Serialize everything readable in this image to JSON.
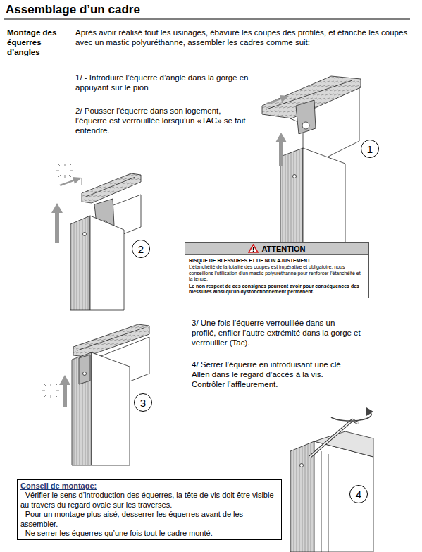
{
  "diagram": {
    "title": "Assemblage d’un cadre",
    "nodes": [
      {
        "text": [
          "1"
        ]
      },
      {
        "text": [
          "2"
        ]
      },
      {
        "text": [
          "ATTENTION",
          "RISQUE DE BLESSURES ET DE NON AJUSTEMENT",
          "L’étanchéité de la totalité des coupes est impérative et obligatoire, nous conseillons l’utilisation d’un mastic polyuréthanne pour renforcer l’étanchéité et la tenue.",
          "Le non respect de ces consignes pourront avoir pour conséquences des blessures ainsi qu’un dysfonctionnement permanent."
        ]
      },
      {
        "text": [
          "3"
        ]
      },
      {
        "text": [
          "4"
        ]
      },
      {
        "text": [
          "Conseil de montage:",
          "- Vérifier le sens d’introduction des équerres, la tête de vis doit être visible au travers du regard ovale sur les traverses.",
          "- Pour un montage plus aisé, desserrer les équerres avant de les assembler.",
          "- Ne serrer les équerres qu’une fois tout le cadre monté."
        ]
      }
    ],
    "labels": [
      "Montage des équerres d’angles",
      "Après avoir réalisé tout les usinages, ébavuré les coupes des profilés, et étanché les coupes avec un mastic polyuréthanne, assembler les cadres comme suit:",
      "1/ - Introduire l’équerre d’angle dans la gorge en appuyant sur le pion",
      "2/ Pousser l’équerre dans son logement, l’équerre est verrouillée lorsqu’un «TAC» se fait entendre.",
      "3/ Une fois l’équerre verrouillée dans un profilé, enfiler l’autre extrémité dans la gorge et verrouiller (Tac).",
      "4/ Serrer l’équerre en introduisant une clé Allen dans le regard d’accès à la vis. Contrôler l’affleurement."
    ]
  }
}
